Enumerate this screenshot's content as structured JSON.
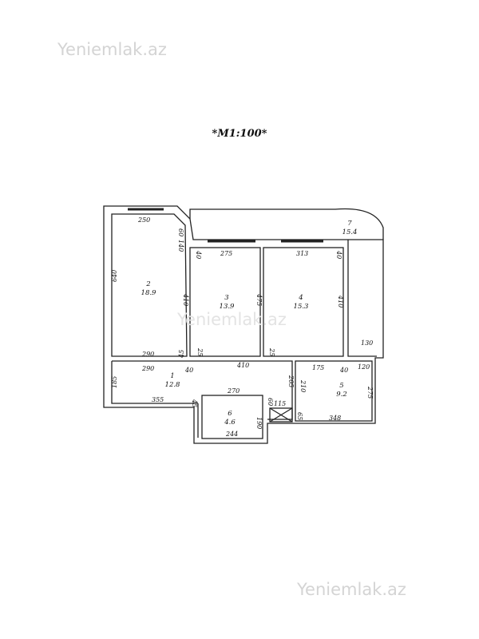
{
  "watermarks": {
    "top": "Yeniemlak.az",
    "middle": "Yeniemlak.az",
    "bottom": "Yeniemlak.az"
  },
  "scale_label": "*M1:100*",
  "rooms": [
    {
      "number": "1",
      "area": "12.8"
    },
    {
      "number": "2",
      "area": "18.9"
    },
    {
      "number": "3",
      "area": "13.9"
    },
    {
      "number": "4",
      "area": "15.3"
    },
    {
      "number": "5",
      "area": "9.2"
    },
    {
      "number": "6",
      "area": "4.6"
    },
    {
      "number": "7",
      "area": "15.4"
    }
  ],
  "dimensions": {
    "r2_top": "250",
    "r2_diag": "60",
    "r2_side": "140",
    "r2_height": "640",
    "r2_bottom": "290",
    "r2_stub": "45",
    "r3_left_top": "40",
    "r3_top": "275",
    "r3_left": "410",
    "r3_right": "475",
    "r3_bottom_left": "25",
    "r4_top": "313",
    "r4_right_top": "40",
    "r4_right": "410",
    "r4_bottom_left": "25",
    "balcony_right": "130",
    "r1_top": "290",
    "r1_top_right": "40",
    "r1_height": "185",
    "r1_bottom": "355",
    "r1_stub": "45",
    "corridor": "410",
    "r6_top": "270",
    "r6_right": "60",
    "r6_inner": "190",
    "r6_bottom": "244",
    "shaft": "115",
    "r5_left_a": "205",
    "r5_left_b": "210",
    "r5_top": "175",
    "r5_top_mid": "40",
    "r5_top_right": "120",
    "r5_right": "275",
    "r5_bottom": "348",
    "r5_bottom_left": "65"
  }
}
